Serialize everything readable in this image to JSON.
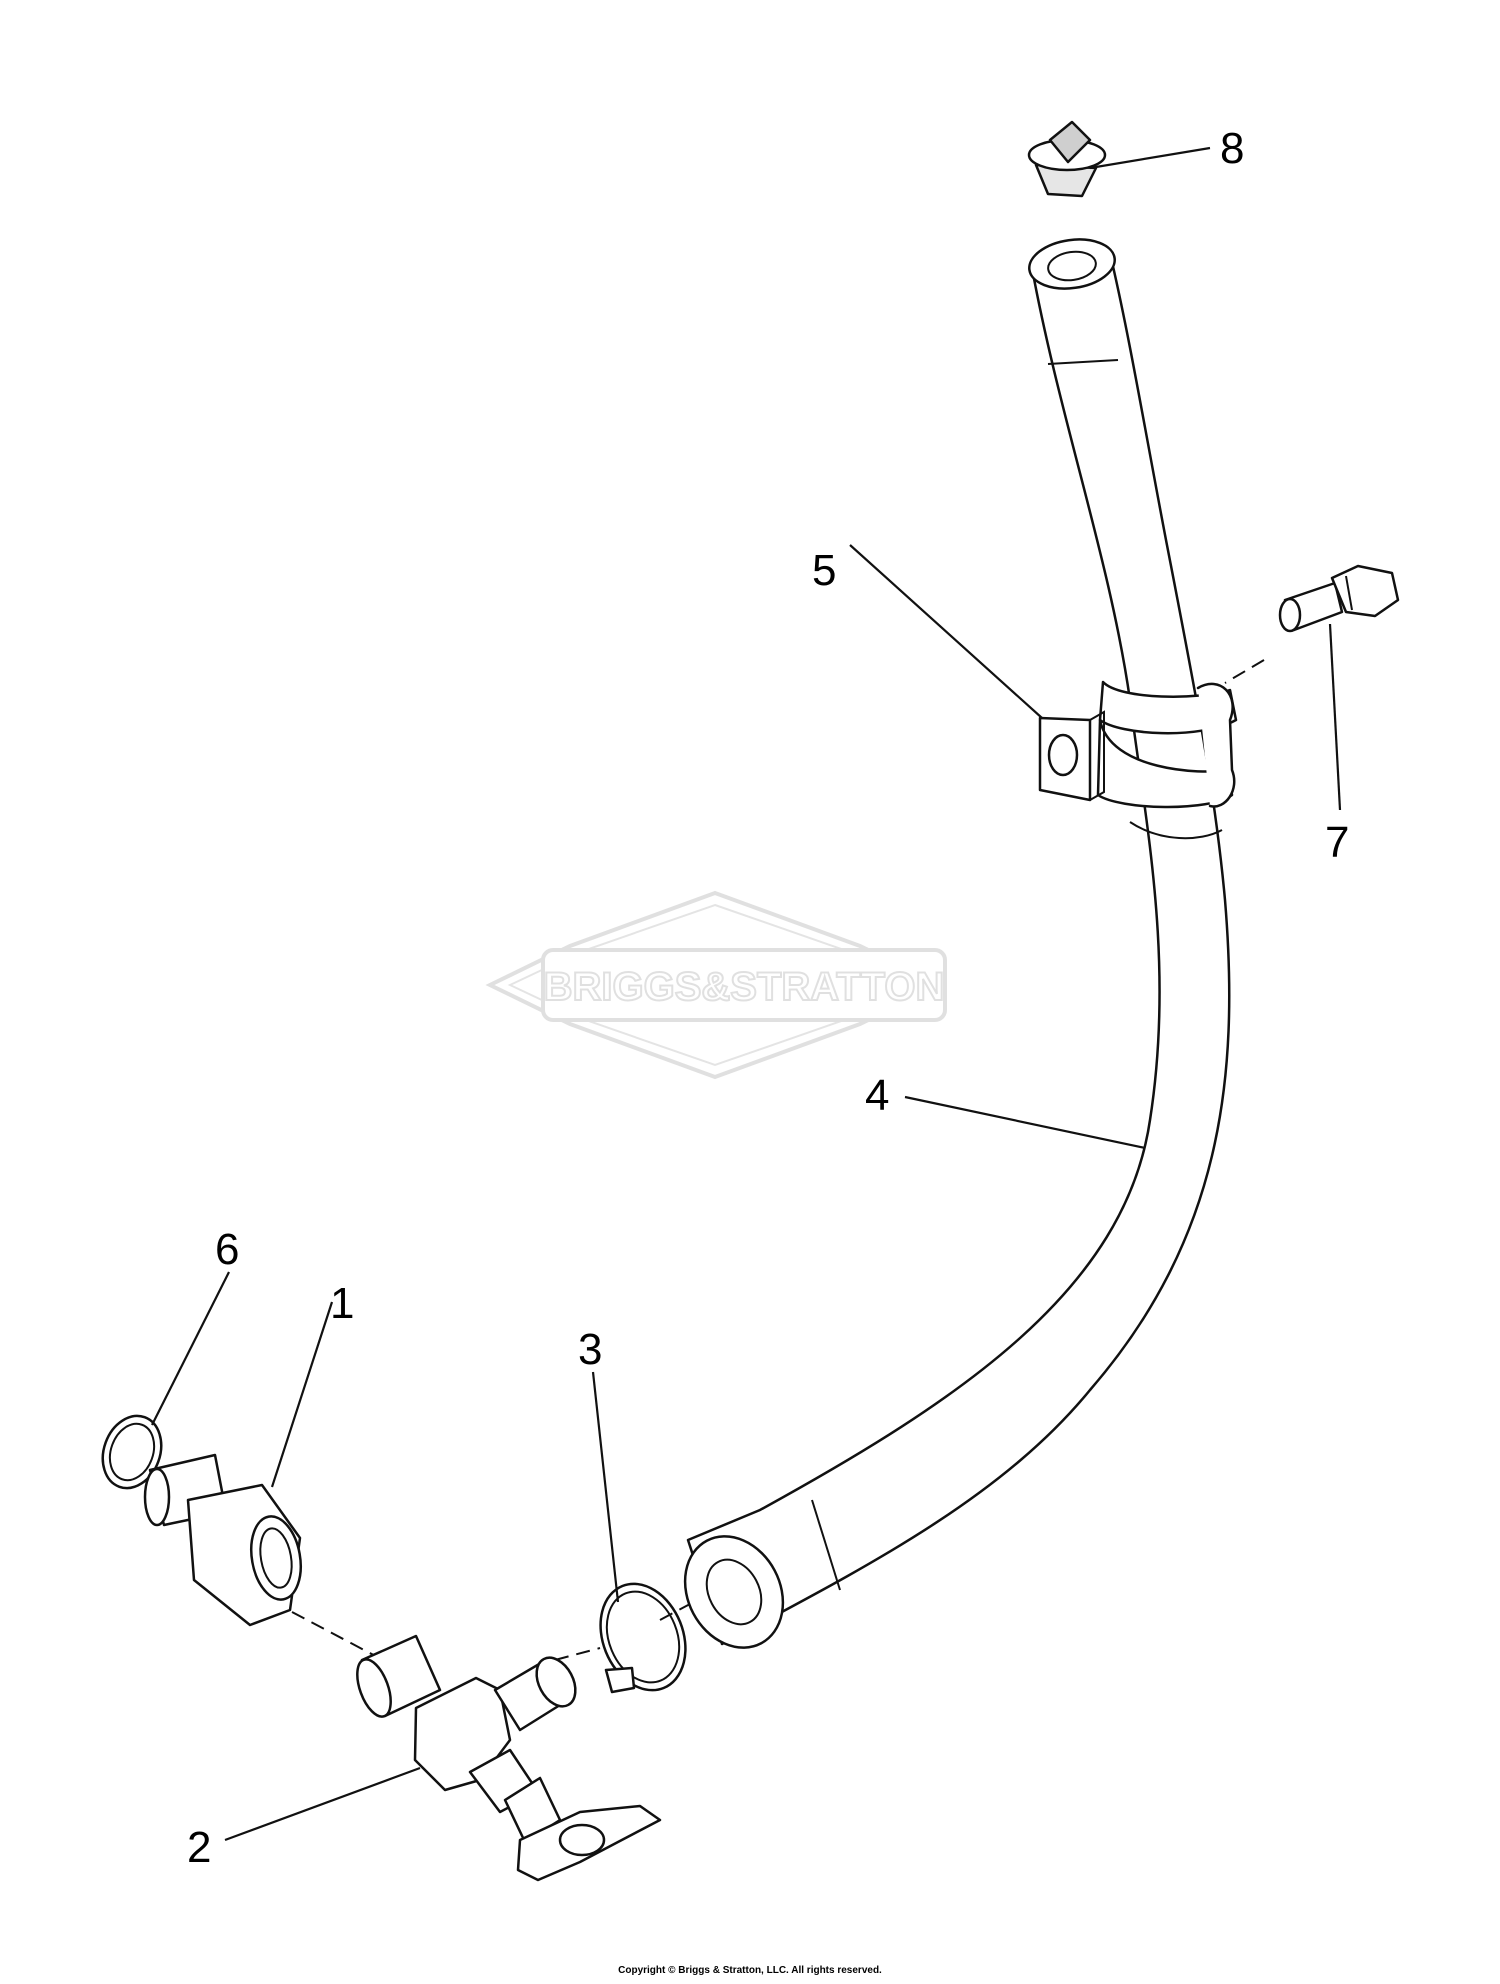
{
  "callouts": {
    "p1": "1",
    "p2": "2",
    "p3": "3",
    "p4": "4",
    "p5": "5",
    "p6": "6",
    "p7": "7",
    "p8": "8"
  },
  "watermark": {
    "brand": "BRIGGS & STRATTON"
  },
  "footer": {
    "copyright": "Copyright © Briggs & Stratton, LLC. All rights reserved."
  }
}
